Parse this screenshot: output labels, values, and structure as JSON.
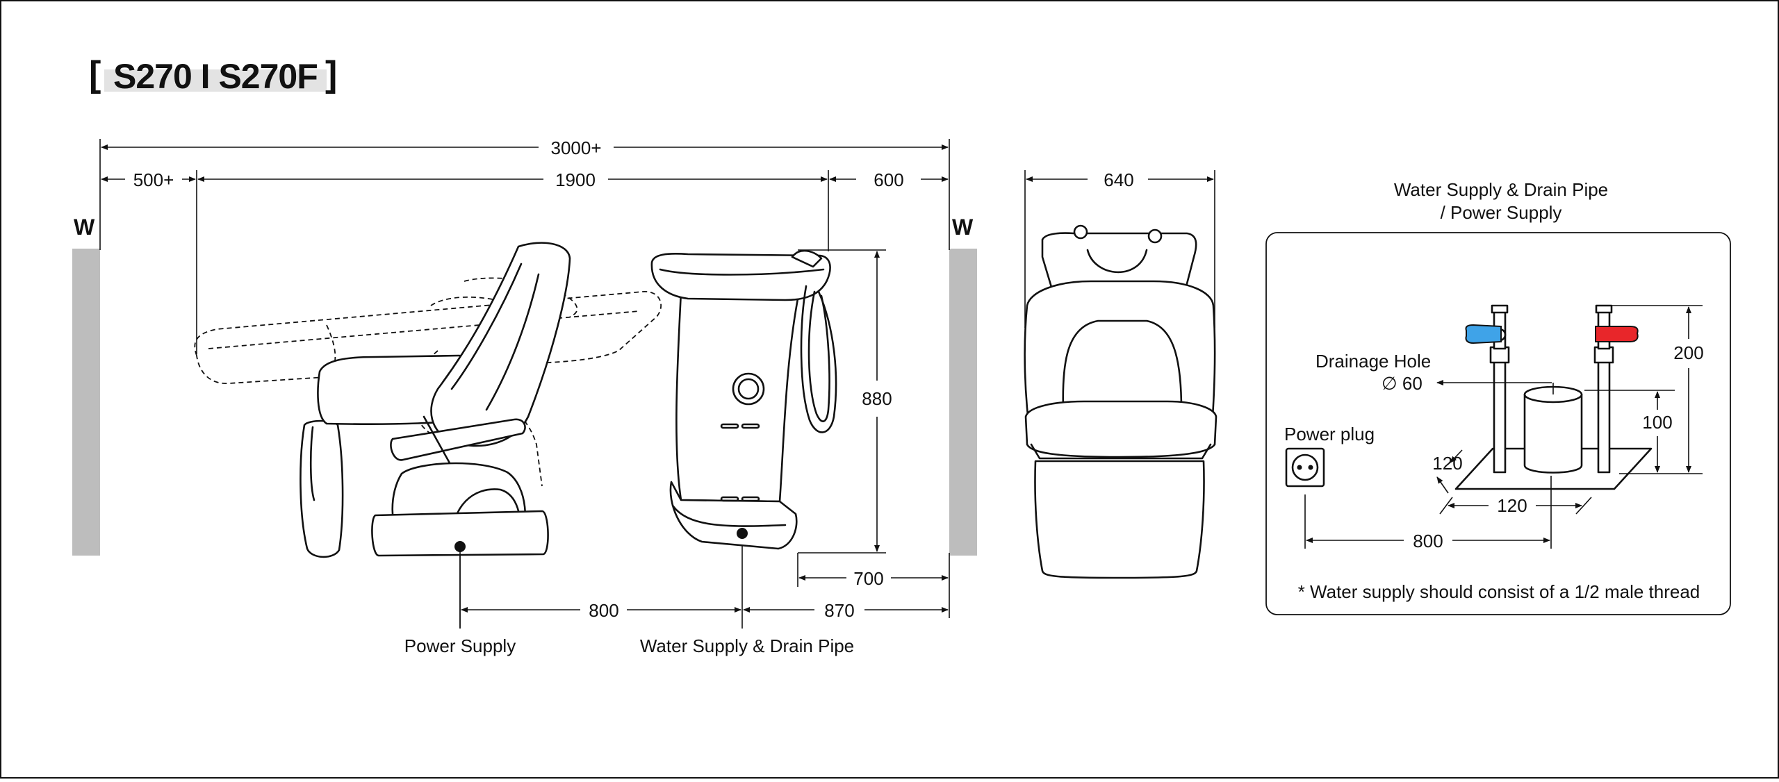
{
  "title": "[ S270 I S270F ]",
  "title_main": "S270 I S270F",
  "title_open": "[",
  "title_close": "]",
  "wall_label": "W",
  "dimensions": {
    "total": "3000+",
    "left_clear": "500+",
    "chair_length": "1900",
    "right_clear": "600",
    "front_width": "640",
    "height": "880",
    "bowl_to_wall": "700",
    "power_to_water": "800",
    "water_to_wall": "870"
  },
  "labels": {
    "power_supply": "Power Supply",
    "water_drain": "Water Supply & Drain Pipe"
  },
  "detail": {
    "title_line1": "Water Supply & Drain Pipe",
    "title_line2": "/ Power Supply",
    "drainage_hole": "Drainage Hole",
    "drainage_diameter": "∅ 60",
    "power_plug": "Power plug",
    "dim_200": "200",
    "dim_100": "100",
    "dim_120_depth": "120",
    "dim_120_width": "120",
    "dim_800": "800",
    "note": "* Water supply should consist of a 1/2 male thread"
  },
  "colors": {
    "cold_valve": "#3fa3e8",
    "hot_valve": "#e8262a",
    "wall": "#bdbdbd",
    "title_band": "#e3e3e3"
  }
}
